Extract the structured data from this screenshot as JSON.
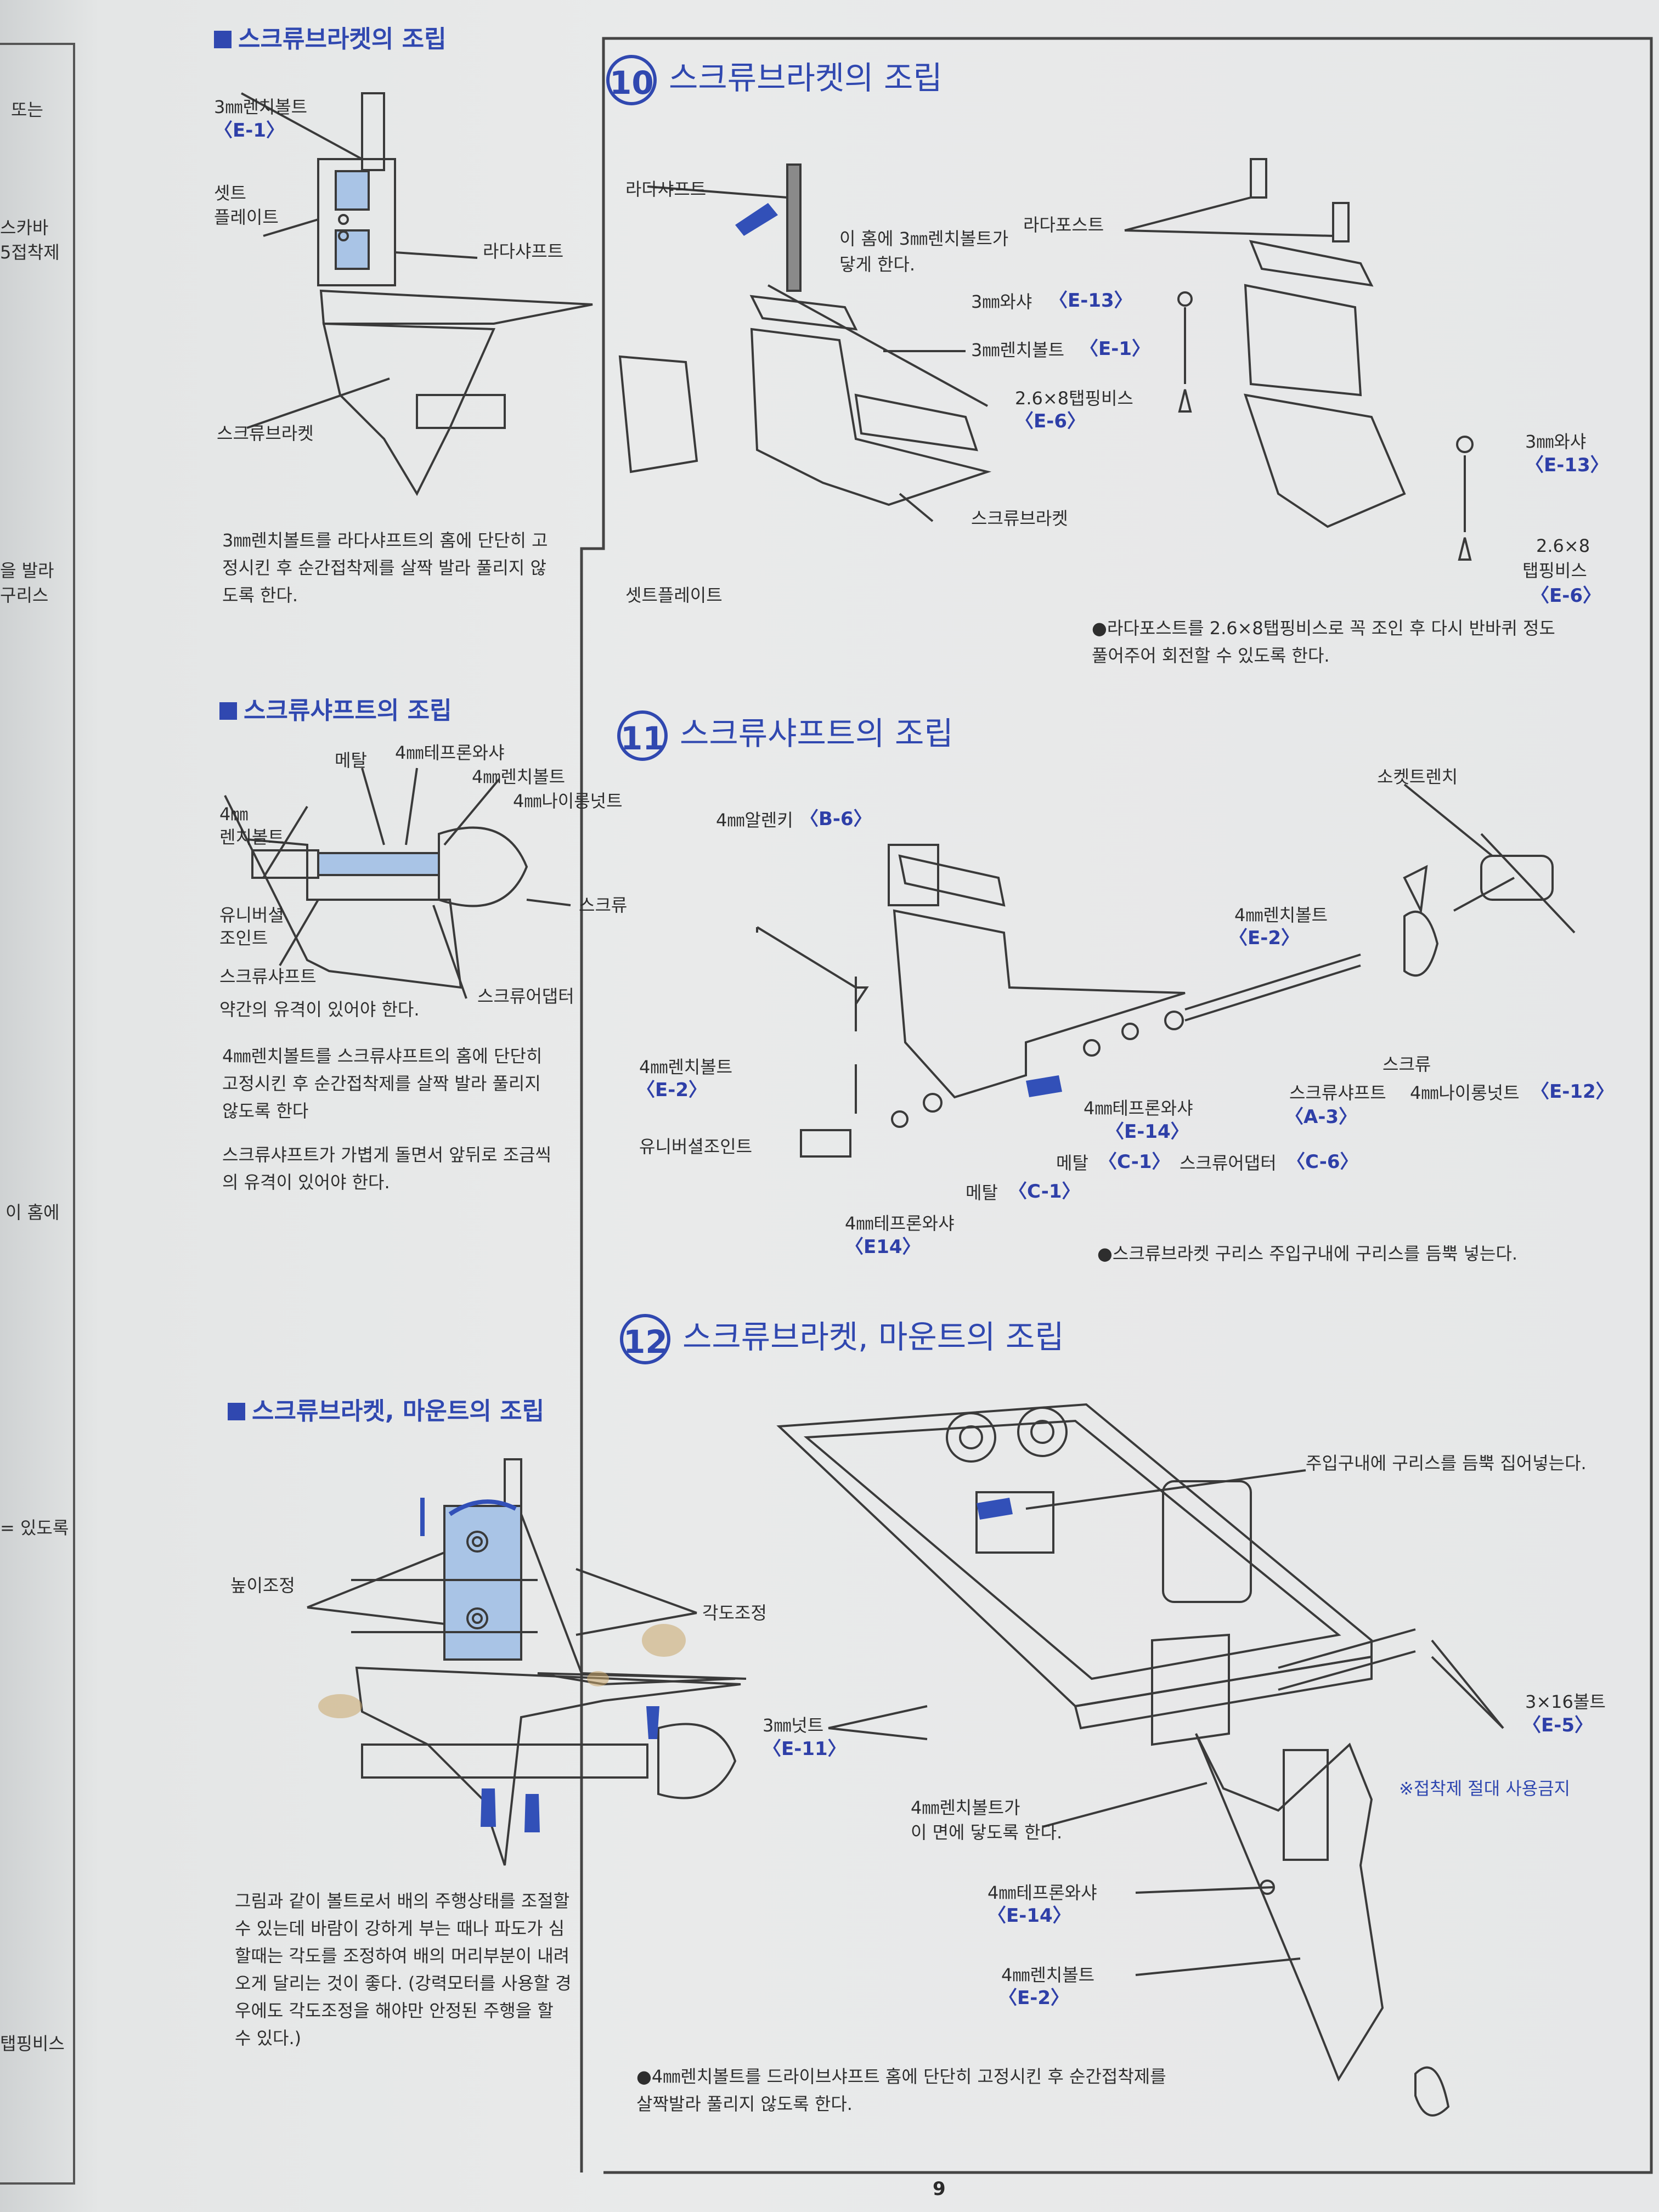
{
  "left_column": {
    "sec1": {
      "heading": "스크류브라켓의 조립",
      "labels": {
        "bolt": "3㎜렌치볼트",
        "bolt_code": "〈E-1〉",
        "plate1": "셋트",
        "plate2": "플레이트",
        "shaft": "라다샤프트",
        "bracket": "스크류브라켓"
      },
      "note_lines": [
        "3㎜렌치볼트를 라다샤프트의 홈에 단단히 고",
        "정시킨 후 순간접착제를 살짝 발라 풀리지 않",
        "도록 한다."
      ]
    },
    "sec2": {
      "heading": "스크류샤프트의 조립",
      "labels": {
        "metal": "메탈",
        "teflon": "4㎜테프론와샤",
        "wrench": "4㎜렌치볼트",
        "nut": "4㎜나이롱넛트",
        "bolt1": "4㎜",
        "bolt2": "렌치볼트",
        "joint1": "유니버셜",
        "joint2": "조인트",
        "screw": "스크류",
        "shaft": "스크류샤프트",
        "adapter": "스크류어댑터",
        "play": "약간의 유격이 있어야 한다."
      },
      "note1_lines": [
        "4㎜렌치볼트를  스크류샤프트의 홈에  단단히",
        "고정시킨 후  순간접착제를 살짝 발라 풀리지",
        "않도록 한다"
      ],
      "note2_lines": [
        "스크류샤프트가 가볍게 돌면서 앞뒤로  조금씩",
        "의 유격이 있어야 한다."
      ]
    },
    "sec3": {
      "heading": "스크류브라켓, 마운트의 조립",
      "labels": {
        "height": "높이조정",
        "angle": "각도조정"
      },
      "note_lines": [
        "그림과 같이 볼트로서 배의 주행상태를 조절할",
        "수 있는데 바람이 강하게 부는 때나 파도가 심",
        "할때는 각도를 조정하여 배의 머리부분이 내려",
        "오게 달리는 것이 좋다. (강력모터를 사용할 경",
        "우에도 각도조정을 해야만 안정된   주행을 할",
        "수 있다.)"
      ]
    }
  },
  "edge_fragments": [
    "또는",
    "스카바",
    "5접착제",
    "을 발라",
    "구리스",
    "이 홈에",
    "= 있도록",
    "탭핑비스"
  ],
  "step10": {
    "num": "10",
    "title": "스크류브라켓의 조립",
    "labels": {
      "rudder_shaft": "라다샤프트",
      "groove1": "이 홈에 3㎜렌치볼트가",
      "groove2": "닿게 한다.",
      "rudder_post": "라다포스트",
      "washer": "3㎜와샤",
      "washer_code": "〈E-13〉",
      "bolt": "3㎜렌치볼트",
      "bolt_code": "〈E-1〉",
      "screw": "2.6×8탭핑비스",
      "screw_code": "〈E-6〉",
      "washer2": "3㎜와샤",
      "washer2_code": "〈E-13〉",
      "screw2a": "2.6×8",
      "screw2b": "탭핑비스",
      "screw2_code": "〈E-6〉",
      "bracket": "스크류브라켓",
      "plate": "셋트플레이트"
    },
    "note_lines": [
      "●라다포스트를 2.6×8탭핑비스로 꼭 조인 후 다시 반바퀴 정도",
      "풀어주어 회전할 수 있도록 한다."
    ]
  },
  "step11": {
    "num": "11",
    "title": "스크류샤프트의 조립",
    "labels": {
      "socket": "소켓트렌치",
      "allen": "4㎜알렌키",
      "allen_code": "〈B-6〉",
      "wrench1": "4㎜렌치볼트",
      "wrench1_code": "〈E-2〉",
      "wrench2": "4㎜렌치볼트",
      "wrench2_code": "〈E-2〉",
      "joint": "유니버셜조인트",
      "teflon1": "4㎜테프론와샤",
      "teflon1_code": "〈E-14〉",
      "metal1": "메탈",
      "metal1_code": "〈C-1〉",
      "adapter": "스크류어댑터",
      "adapter_code": "〈C-6〉",
      "metal2": "메탈",
      "metal2_code": "〈C-1〉",
      "teflon2": "4㎜테프론와샤",
      "teflon2_code": "〈E14〉",
      "screw": "스크류",
      "shaft": "스크류샤프트",
      "shaft_code": "〈A-3〉",
      "nut": "4㎜나이롱넛트",
      "nut_code": "〈E-12〉"
    },
    "note": "●스크류브라켓 구리스 주입구내에 구리스를 듬뿍 넣는다."
  },
  "step12": {
    "num": "12",
    "title": "스크류브라켓, 마운트의 조립",
    "labels": {
      "grease": "주입구내에 구리스를 듬뿍 집어넣는다.",
      "bolt316": "3×16볼트",
      "bolt316_code": "〈E-5〉",
      "nut3": "3㎜넛트",
      "nut3_code": "〈E-11〉",
      "warning": "※접착제 절대 사용금지",
      "wrench_face1": "4㎜렌치볼트가",
      "wrench_face2": "이 면에 닿도록 한다.",
      "teflon": "4㎜테프론와샤",
      "teflon_code": "〈E-14〉",
      "wrench": "4㎜렌치볼트",
      "wrench_code": "〈E-2〉"
    },
    "note_lines": [
      "●4㎜렌치볼트를 드라이브샤프트 홈에 단단히 고정시킨 후 순간접착제를",
      "살짝발라 풀리지 않도록 한다."
    ]
  },
  "page_number": "9",
  "colors": {
    "accent": "#3048b0",
    "paper": "#e6e7e8",
    "ink": "#2e2e2e"
  }
}
